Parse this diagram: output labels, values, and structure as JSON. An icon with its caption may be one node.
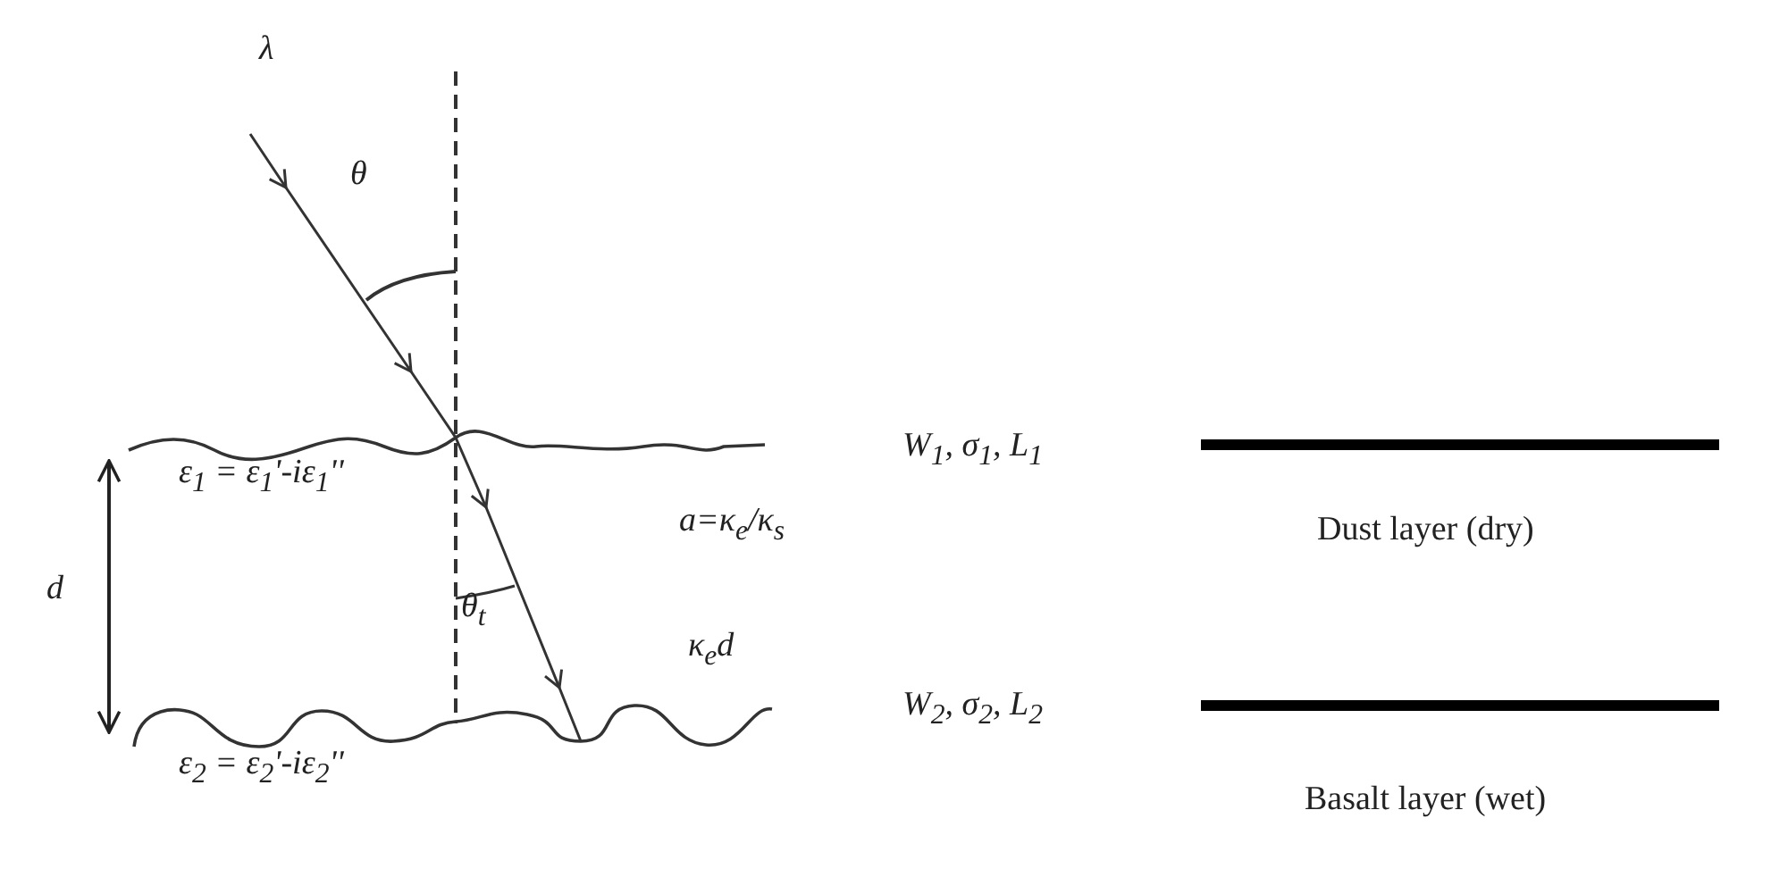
{
  "diagram": {
    "labels": [
      "λ",
      "θ",
      "ε$_{1}$ = ε$_{1}$'-iε$_{1}$''",
      "a=κ$_{e}$/κ$_{s}$",
      "d",
      "θ$_{t}$",
      "κ$_{e}$d",
      "ε$_{2}$ = ε$_{2}$'-iε$_{2}$''",
      "W$_{1}$, σ$_{1}$, L$_{1}$",
      "Dust layer (dry)",
      "W$_{2}$, σ$_{2}$, L$_{2}$",
      "Basalt layer (wet)"
    ]
  }
}
